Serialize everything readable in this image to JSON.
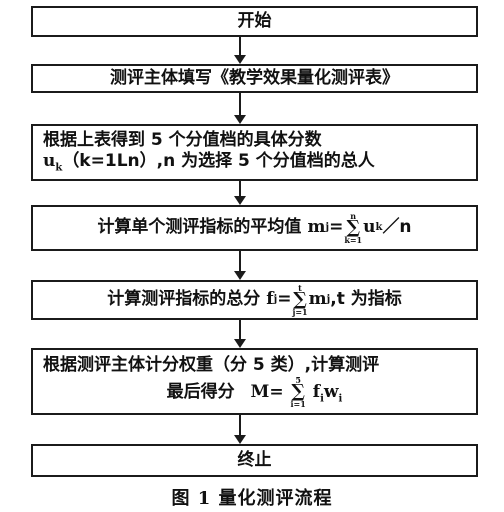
{
  "steps": {
    "start": "开始",
    "fill": "测评主体填写《教学效果量化测评表》",
    "scores_line1": "根据上表得到 5 个分值档的具体分数",
    "scores_line2_var": "u",
    "scores_line2_sub": "k",
    "scores_line2_paren": "（k=1Ln）",
    "scores_line2_rest": ",n 为选择 5 个分值档的总人",
    "mean_text": "计算单个测评指标的平均值",
    "mean_var": "m",
    "mean_sub": "j",
    "mean_eq": "=",
    "mean_sum_top": "n",
    "mean_sum_bot": "k=1",
    "mean_body_var": "u",
    "mean_body_sub": "k",
    "mean_div": "／n",
    "total_text": "计算测评指标的总分",
    "total_var": "f",
    "total_sub": "j",
    "total_eq": "=",
    "total_sum_top": "t",
    "total_sum_bot": "j=1",
    "total_body_var": "m",
    "total_body_sub": "j",
    "total_rest": ",t 为指标",
    "final_line1": "根据测评主体计分权重（分 5 类）,计算测评",
    "final_text": "最后得分",
    "final_eq": "M=",
    "final_sum_top": "5",
    "final_sum_bot": "i=1",
    "final_body_f": "f",
    "final_body_fsub": "i",
    "final_body_w": "w",
    "final_body_wsub": "i",
    "end": "终止"
  },
  "caption": "图 1   量化测评流程",
  "colors": {
    "line": "#1b1b1b",
    "text": "#111111"
  }
}
